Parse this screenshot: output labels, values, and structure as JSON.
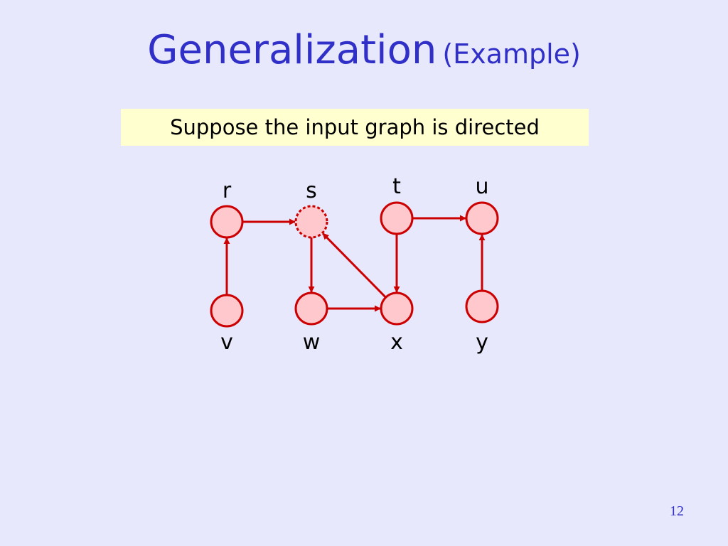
{
  "slide": {
    "title_main": "Generalization",
    "title_sub": "(Example)",
    "callout": "Suppose the input graph is directed",
    "page_number": "12"
  },
  "colors": {
    "background": "#e8e8fc",
    "title": "#3030c8",
    "callout_bg": "#ffffd0",
    "node_fill": "#ffc8cc",
    "edge": "#cc0000"
  },
  "graph": {
    "nodes": [
      {
        "id": "r",
        "label": "r",
        "source": false
      },
      {
        "id": "s",
        "label": "s",
        "source": true
      },
      {
        "id": "t",
        "label": "t",
        "source": false
      },
      {
        "id": "u",
        "label": "u",
        "source": false
      },
      {
        "id": "v",
        "label": "v",
        "source": false
      },
      {
        "id": "w",
        "label": "w",
        "source": false
      },
      {
        "id": "x",
        "label": "x",
        "source": false
      },
      {
        "id": "y",
        "label": "y",
        "source": false
      }
    ],
    "edges": [
      {
        "from": "r",
        "to": "s"
      },
      {
        "from": "v",
        "to": "r"
      },
      {
        "from": "s",
        "to": "w"
      },
      {
        "from": "w",
        "to": "x"
      },
      {
        "from": "x",
        "to": "s"
      },
      {
        "from": "t",
        "to": "x"
      },
      {
        "from": "t",
        "to": "u"
      },
      {
        "from": "y",
        "to": "u"
      }
    ]
  }
}
